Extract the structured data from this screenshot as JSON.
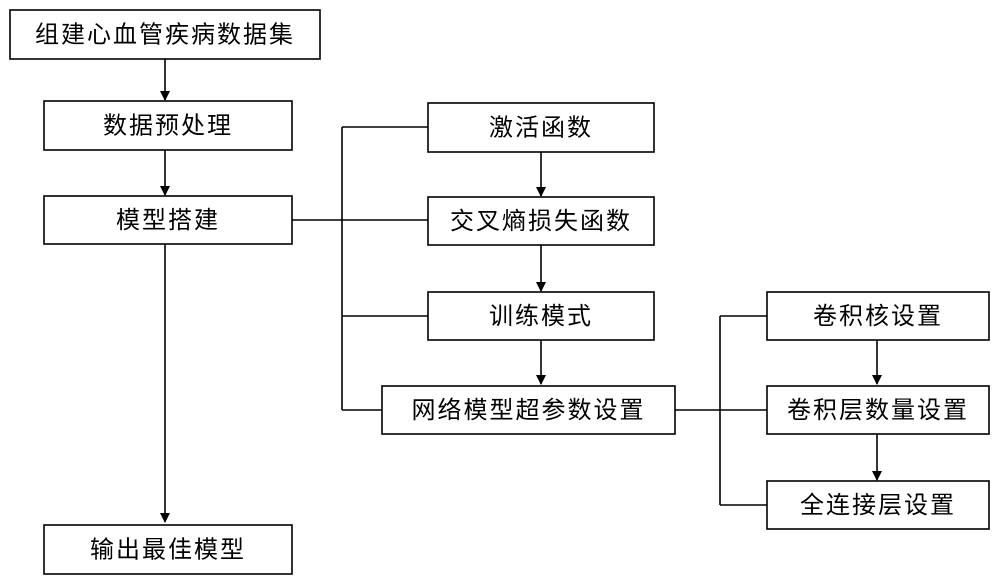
{
  "diagram": {
    "nodes": {
      "build_dataset": "组建心血管疾病数据集",
      "preprocess": "数据预处理",
      "build_model": "模型搭建",
      "output_best": "输出最佳模型",
      "activation": "激活函数",
      "cross_entropy": "交叉熵损失函数",
      "training_mode": "训练模式",
      "hyperparams": "网络模型超参数设置",
      "kernel": "卷积核设置",
      "conv_layers": "卷积层数量设置",
      "fully_connected": "全连接层设置"
    }
  }
}
